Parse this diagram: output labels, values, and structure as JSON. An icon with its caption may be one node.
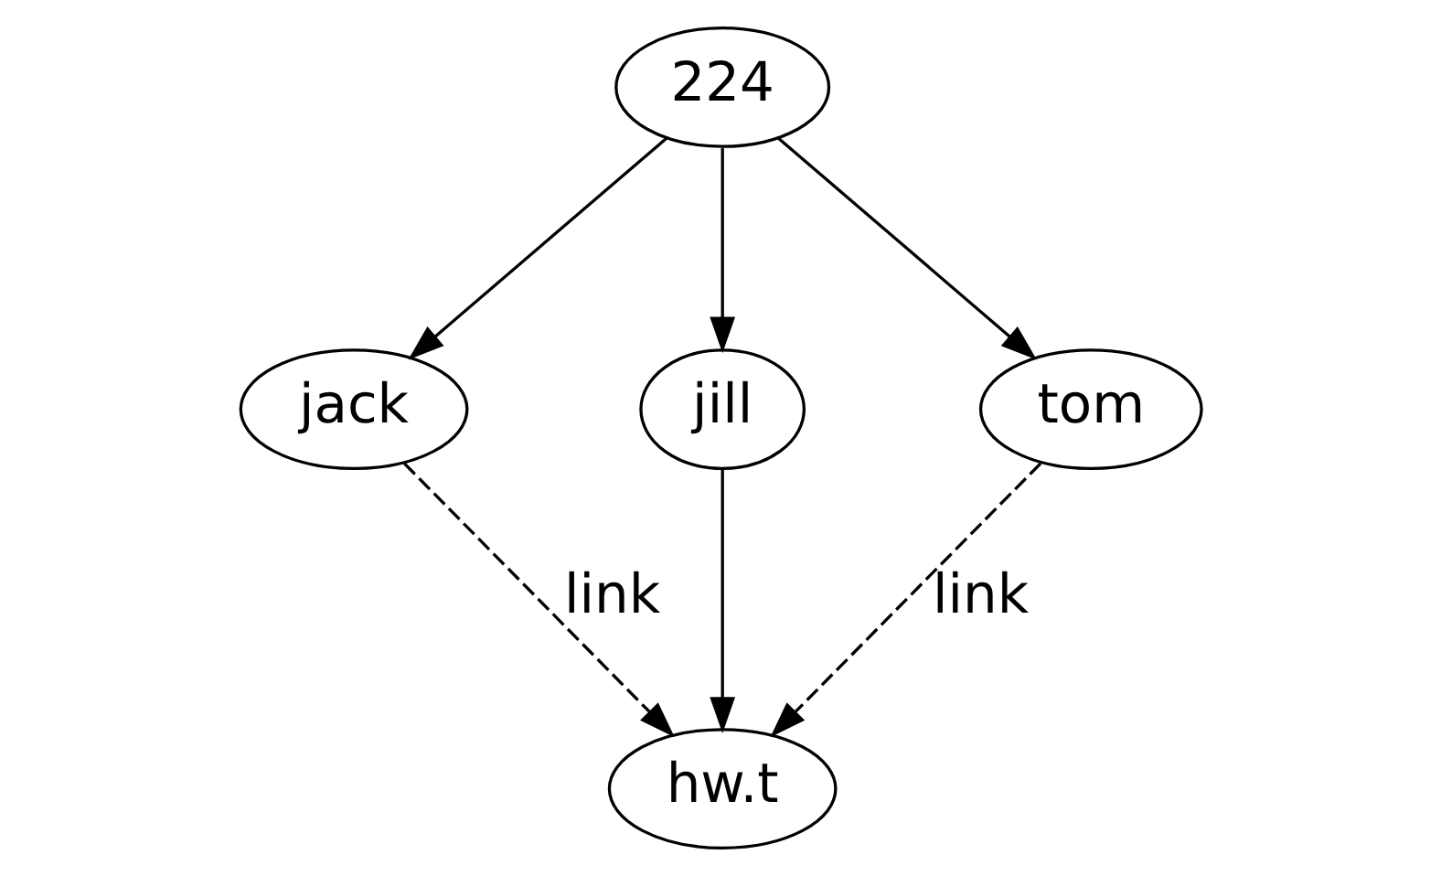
{
  "diagram": {
    "nodes": [
      {
        "text": [
          "224"
        ]
      },
      {
        "text": [
          "jack"
        ]
      },
      {
        "text": [
          "jill"
        ]
      },
      {
        "text": [
          "tom"
        ]
      },
      {
        "text": [
          "hw.t"
        ]
      }
    ],
    "edges": [
      {
        "from": 0,
        "to": 1,
        "arrow": "to"
      },
      {
        "from": 0,
        "to": 2,
        "arrow": "to"
      },
      {
        "from": 0,
        "to": 3,
        "arrow": "to"
      },
      {
        "from": 1,
        "to": 4,
        "arrow": "to",
        "style": "dashed",
        "label": "link"
      },
      {
        "from": 2,
        "to": 4,
        "arrow": "to"
      },
      {
        "from": 3,
        "to": 4,
        "arrow": "to",
        "style": "dashed",
        "label": "link"
      }
    ]
  }
}
